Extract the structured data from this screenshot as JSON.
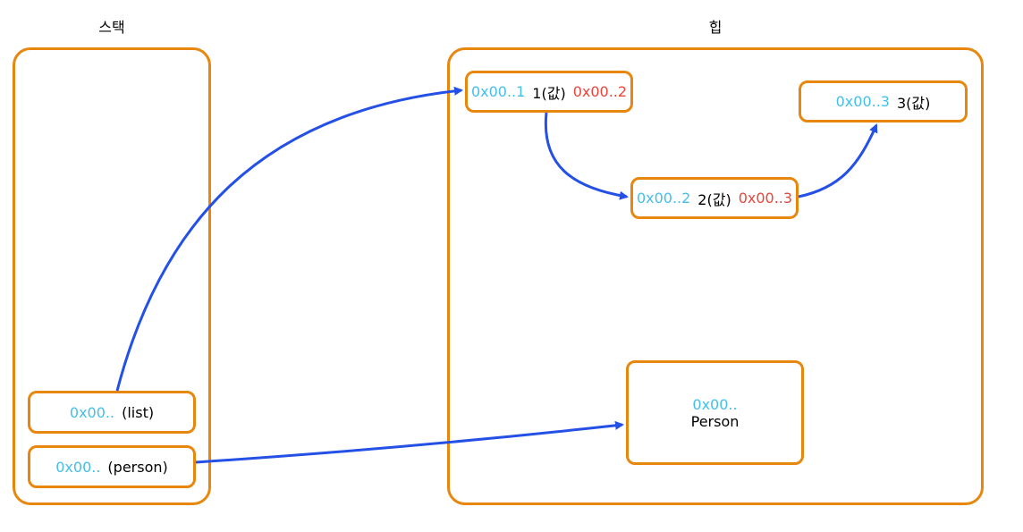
{
  "labels": {
    "stack": "스택",
    "heap": "힙"
  },
  "stack_items": [
    {
      "addr": "0x00..",
      "name": "(list)"
    },
    {
      "addr": "0x00..",
      "name": "(person)"
    }
  ],
  "heap_nodes": [
    {
      "addr": "0x00..1",
      "value": "1(값)",
      "next": "0x00..2"
    },
    {
      "addr": "0x00..2",
      "value": "2(값)",
      "next": "0x00..3"
    },
    {
      "addr": "0x00..3",
      "value": "3(값)"
    }
  ],
  "person_object": {
    "addr": "0x00..",
    "name": "Person"
  },
  "colors": {
    "box_border": "#E8870E",
    "address": "#44BFEA",
    "pointer": "#E8463A",
    "arrow": "#2450E6"
  }
}
